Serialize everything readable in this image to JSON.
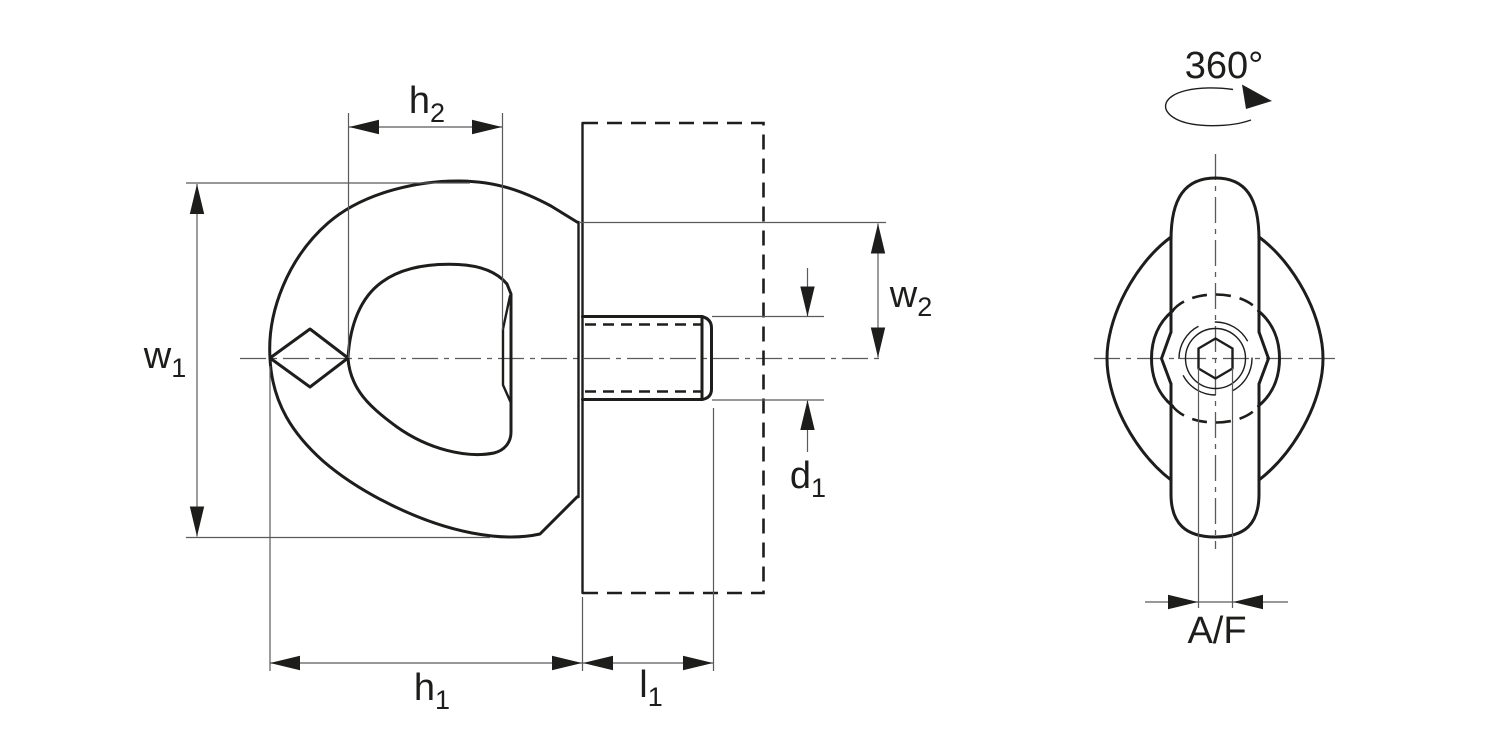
{
  "drawing": {
    "colors": {
      "object_line": "#1d1d1b",
      "dimension_line": "#595a5c",
      "background": "#ffffff"
    },
    "labels": {
      "h2": {
        "base": "h",
        "sub": "2"
      },
      "w1": {
        "base": "w",
        "sub": "1"
      },
      "w2": {
        "base": "w",
        "sub": "2"
      },
      "d1": {
        "base": "d",
        "sub": "1"
      },
      "h1": {
        "base": "h",
        "sub": "1"
      },
      "l1": {
        "base": "l",
        "sub": "1"
      },
      "af": {
        "text": "A/F"
      },
      "rotation": {
        "text": "360°"
      }
    }
  }
}
